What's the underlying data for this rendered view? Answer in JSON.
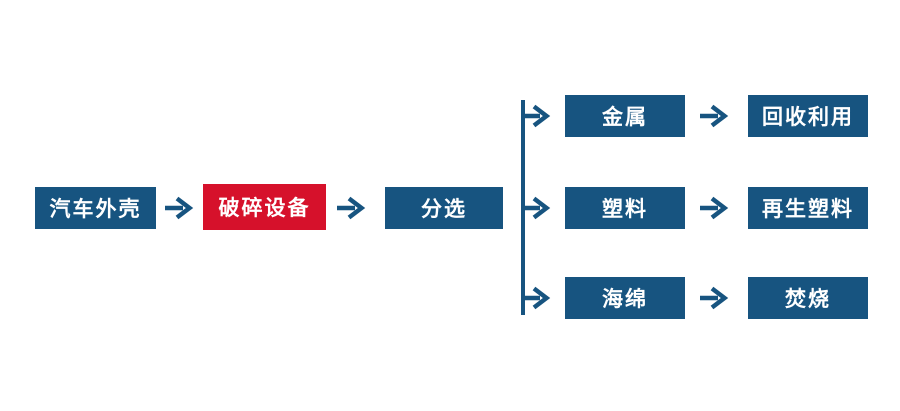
{
  "colors": {
    "node_blue": "#175480",
    "highlight_red": "#d6112b",
    "background": "#ffffff",
    "node_text": "#ffffff"
  },
  "icons": {
    "flow_arrow": "right-arrow",
    "branch_connector": "vertical-line"
  },
  "flow": {
    "main": [
      {
        "label": "汽车外壳",
        "variant": "blue"
      },
      {
        "label": "破碎设备",
        "variant": "red"
      },
      {
        "label": "分选",
        "variant": "blue"
      }
    ],
    "branches": [
      {
        "material": "金属",
        "outcome": "回收利用"
      },
      {
        "material": "塑料",
        "outcome": "再生塑料"
      },
      {
        "material": "海绵",
        "outcome": "焚烧"
      }
    ]
  }
}
